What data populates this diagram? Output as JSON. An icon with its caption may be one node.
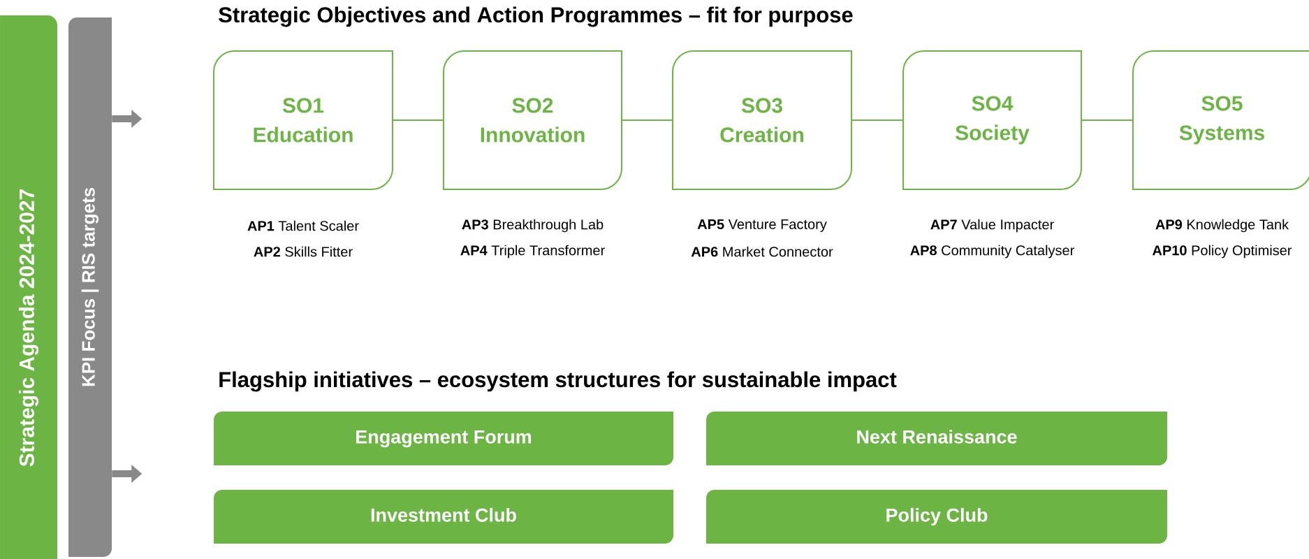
{
  "diagram": {
    "nodes": [
      {
        "text": [
          "Strategic Agenda 2024-2027"
        ]
      },
      {
        "text": [
          "KPI Focus | RIS targets"
        ]
      },
      {
        "text": [
          "SO1",
          "Education"
        ],
        "beside": [
          "**AP1** Talent Scaler",
          "**AP2** Skills Fitter"
        ]
      },
      {
        "text": [
          "SO2",
          "Innovation"
        ],
        "beside": [
          "**AP3** Breakthrough Lab",
          "**AP4** Triple Transformer"
        ]
      },
      {
        "text": [
          "SO3",
          "Creation"
        ],
        "beside": [
          "**AP5** Venture Factory",
          "**AP6** Market Connector"
        ]
      },
      {
        "text": [
          "SO4",
          "Society"
        ],
        "beside": [
          "**AP7** Value Impacter",
          "**AP8** Community Catalyser"
        ]
      },
      {
        "text": [
          "SO5",
          "Systems"
        ],
        "beside": [
          "**AP9** Knowledge Tank",
          "**AP10** Policy Optimiser"
        ]
      },
      {
        "text": [
          "Engagement Forum"
        ]
      },
      {
        "text": [
          "Next Renaissance"
        ]
      },
      {
        "text": [
          "Investment Club"
        ]
      },
      {
        "text": [
          "Policy Club"
        ]
      }
    ],
    "edges": [
      {
        "from": 1,
        "to": null,
        "arrow": "to"
      },
      {
        "from": 1,
        "to": null,
        "arrow": "to"
      },
      {
        "from": 2,
        "to": 3,
        "arrow": "none"
      },
      {
        "from": 3,
        "to": 4,
        "arrow": "none"
      },
      {
        "from": 4,
        "to": 5,
        "arrow": "none"
      },
      {
        "from": 5,
        "to": 6,
        "arrow": "none"
      }
    ],
    "labels": [
      "Strategic Objectives and Action Programmes – fit for purpose",
      "Flagship initiatives – ecosystem structures for sustainable impact"
    ]
  }
}
